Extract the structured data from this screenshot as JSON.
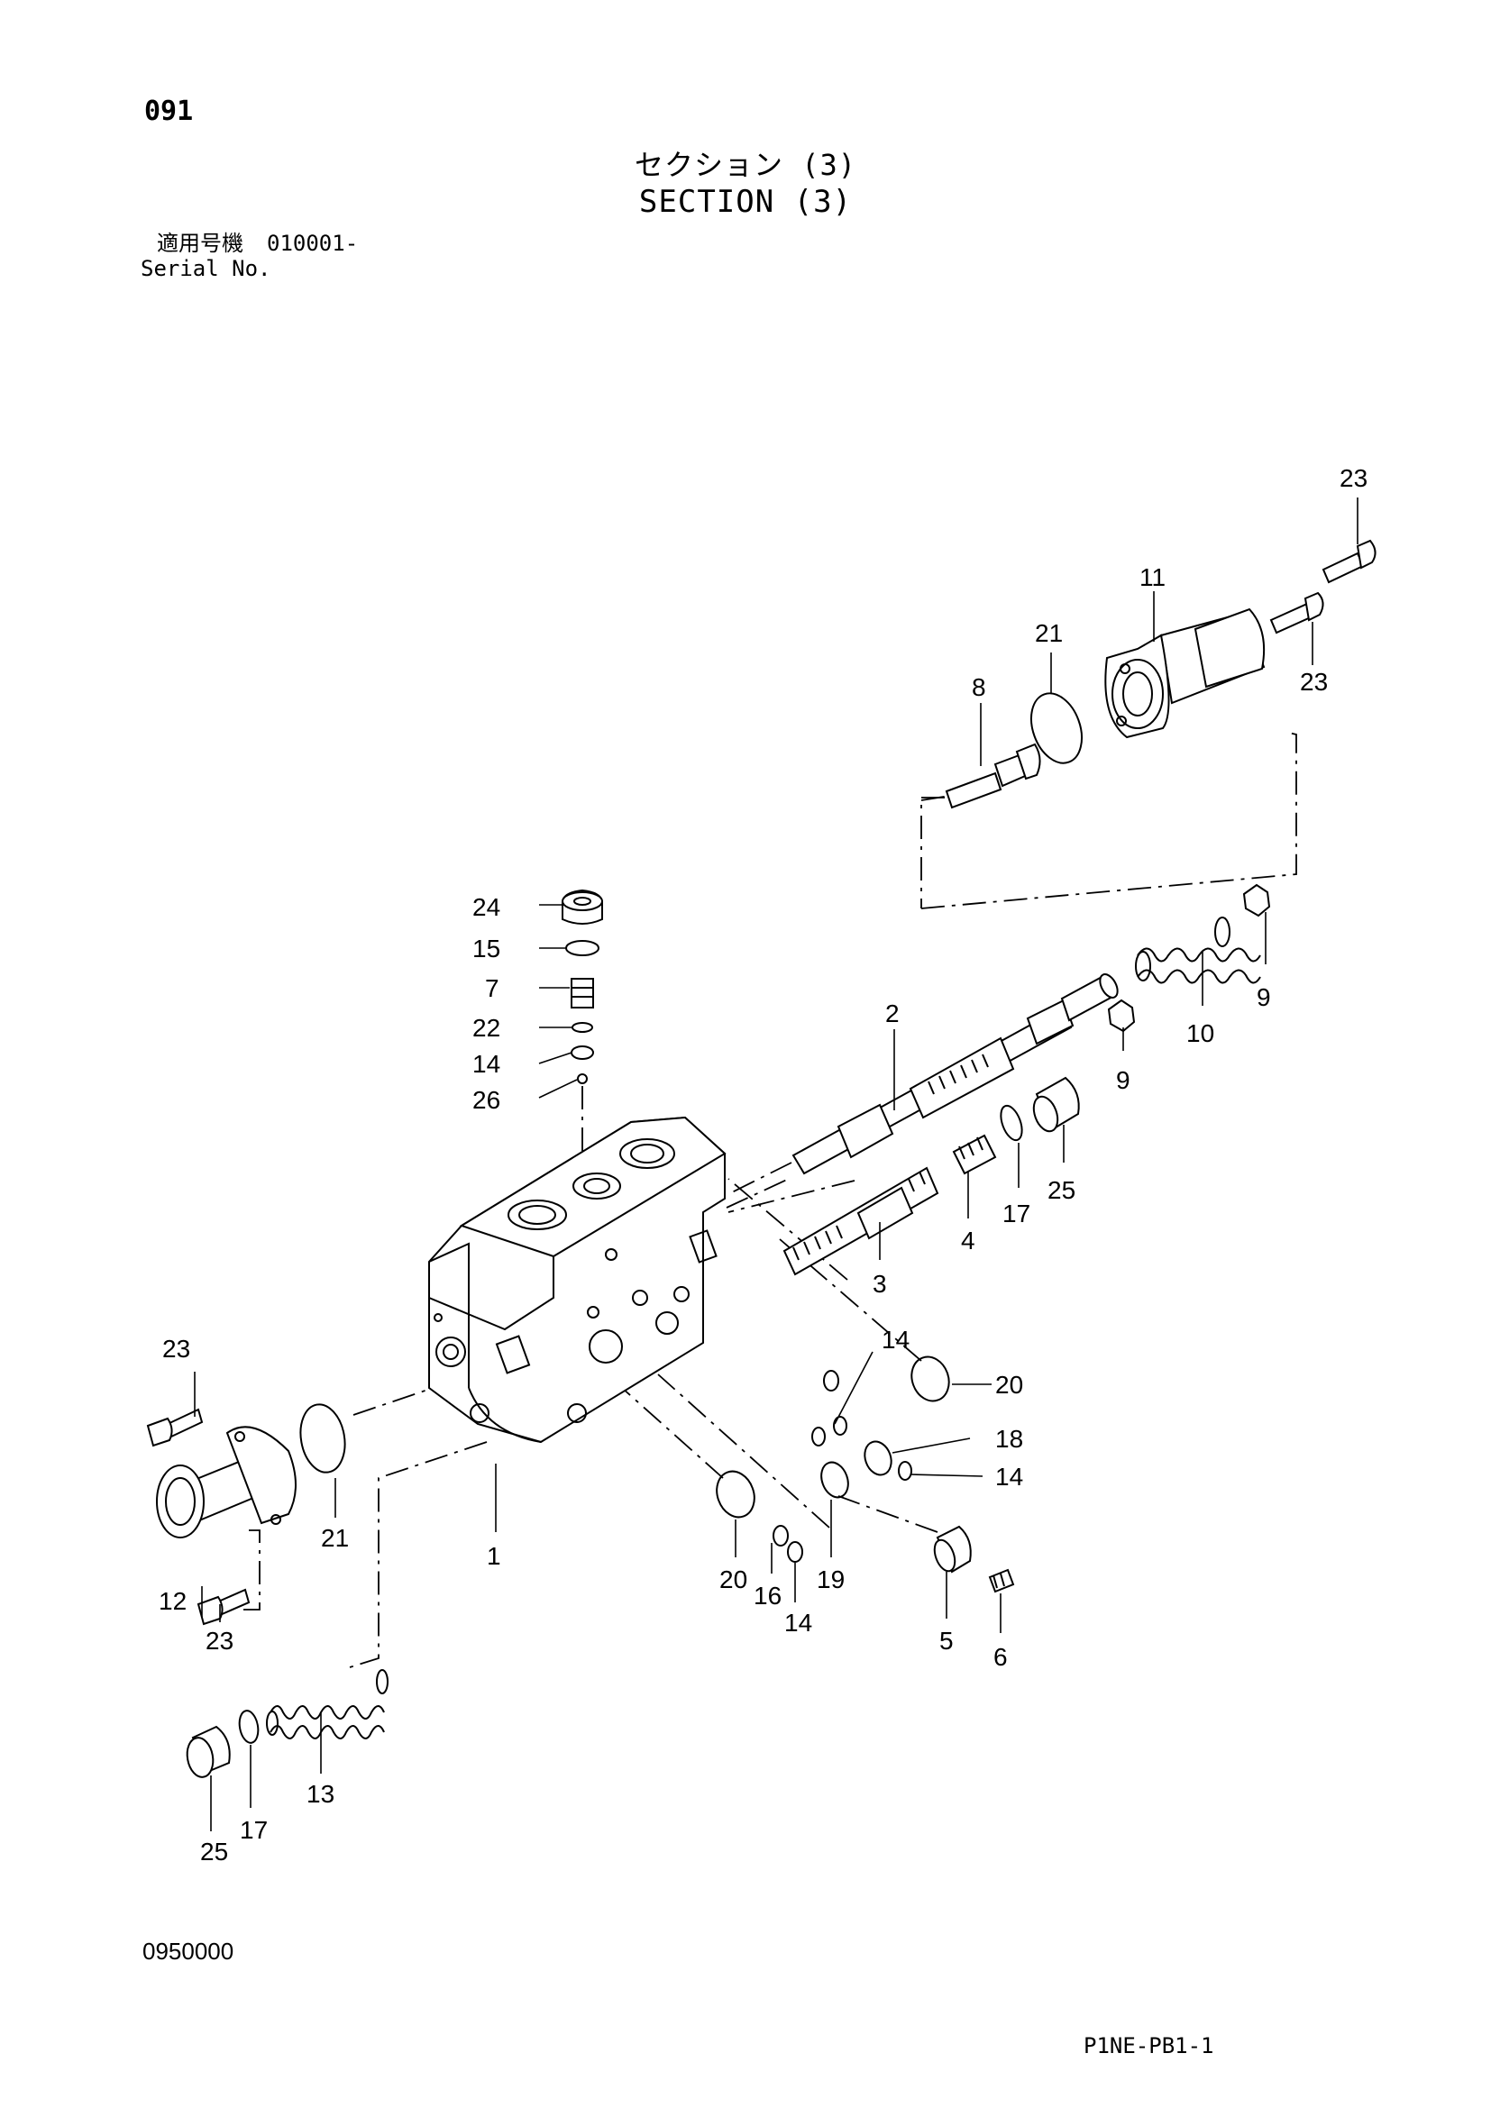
{
  "header": {
    "page_number": "091",
    "title_jp": "セクション (3)",
    "title_en": "SECTION (3)",
    "serial_label_jp": "適用号機",
    "serial_value": "010001-",
    "serial_label_en": "Serial No."
  },
  "callouts": {
    "c23a": "23",
    "c11": "11",
    "c21a": "21",
    "c8": "8",
    "c23b": "23",
    "c24": "24",
    "c15": "15",
    "c7": "7",
    "c22": "22",
    "c14a": "14",
    "c26": "26",
    "c2": "2",
    "c9a": "9",
    "c10": "10",
    "c9b": "9",
    "c17a": "17",
    "c25a": "25",
    "c4": "4",
    "c3": "3",
    "c14b": "14",
    "c20a": "20",
    "c18": "18",
    "c14c": "14",
    "c23c": "23",
    "c21b": "21",
    "c1": "1",
    "c12": "12",
    "c23d": "23",
    "c20b": "20",
    "c16": "16",
    "c19": "19",
    "c14d": "14",
    "c5": "5",
    "c6": "6",
    "c13": "13",
    "c17b": "17",
    "c25b": "25"
  },
  "footer": {
    "code": "0950000",
    "ref": "P1NE-PB1-1"
  }
}
